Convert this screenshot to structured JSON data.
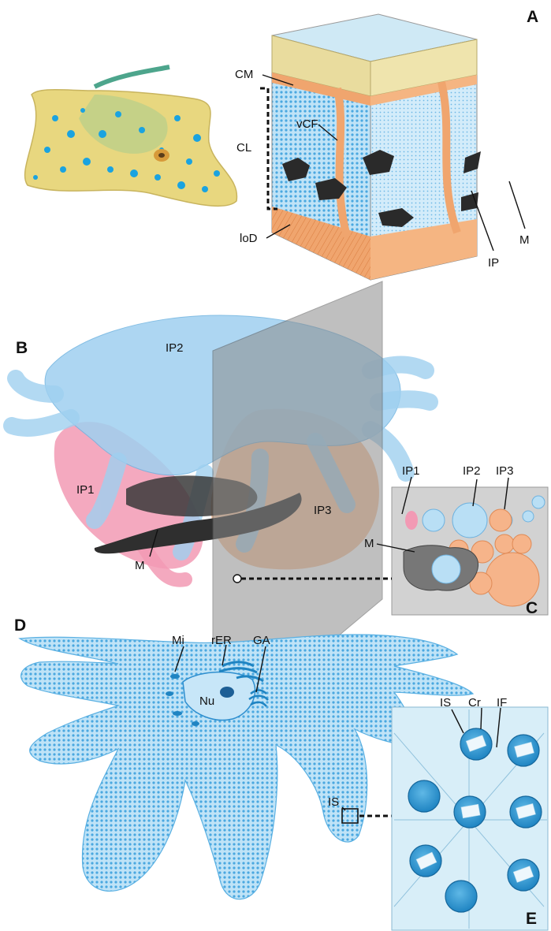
{
  "panels": {
    "a": "A",
    "b": "B",
    "c": "C",
    "d": "D",
    "e": "E"
  },
  "panel_a": {
    "cm": "CM",
    "cl": "CL",
    "vcf": "vCF",
    "lod": "loD",
    "ip": "IP",
    "m": "M"
  },
  "panel_b": {
    "ip1": "IP1",
    "ip2": "IP2",
    "ip3": "IP3",
    "m": "M"
  },
  "panel_c": {
    "ip1": "IP1",
    "ip2": "IP2",
    "ip3": "IP3",
    "m": "M"
  },
  "panel_d": {
    "mi": "Mi",
    "rer": "rER",
    "ga": "GA",
    "nu": "Nu",
    "is": "IS"
  },
  "panel_e": {
    "is": "IS",
    "cr": "Cr",
    "if": "IF"
  },
  "colors": {
    "cartilage_blue": "#a9d8f2",
    "cell_blue": "#5bb3e6",
    "tissue_orange": "#f0a56e",
    "cell_pink": "#f29ab4",
    "dark_cell": "#2a2a2a",
    "surface_yellow": "#e9dc9e",
    "stingray_body": "#e8d77f",
    "stingray_spots": "#1aa3e0",
    "plane_gray": "#8c8c8c",
    "panel_gray": "#d2d2d2"
  }
}
